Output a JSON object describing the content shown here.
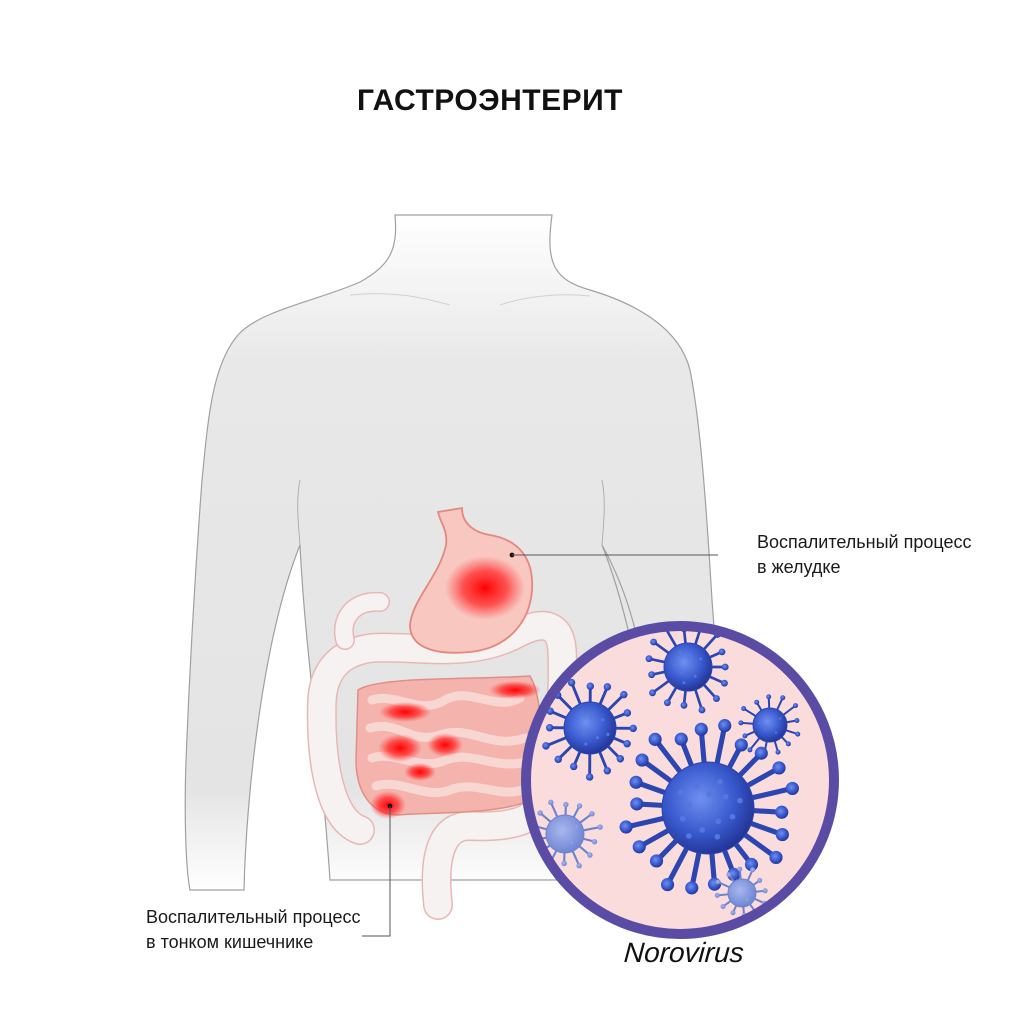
{
  "title": "ГАСТРОЭНТЕРИТ",
  "labels": {
    "stomach": {
      "line1": "Воспалительный процесс",
      "line2": "в желудке"
    },
    "small_intestine": {
      "line1": "Воспалительный процесс",
      "line2": "в тонком кишечнике"
    }
  },
  "virus_name": "Norovirus",
  "colors": {
    "body": "#e6e6e6",
    "body_outline": "#9a9a9a",
    "stomach": "#f7c9c2",
    "inflammation": "#ff1a1a",
    "colon": "#f6f1f1",
    "small_intestine": "#f4b8b2",
    "lens_ring": "#5b4ea6",
    "lens_fill": "#f9dcdc",
    "virus": "#3d5fcc"
  }
}
